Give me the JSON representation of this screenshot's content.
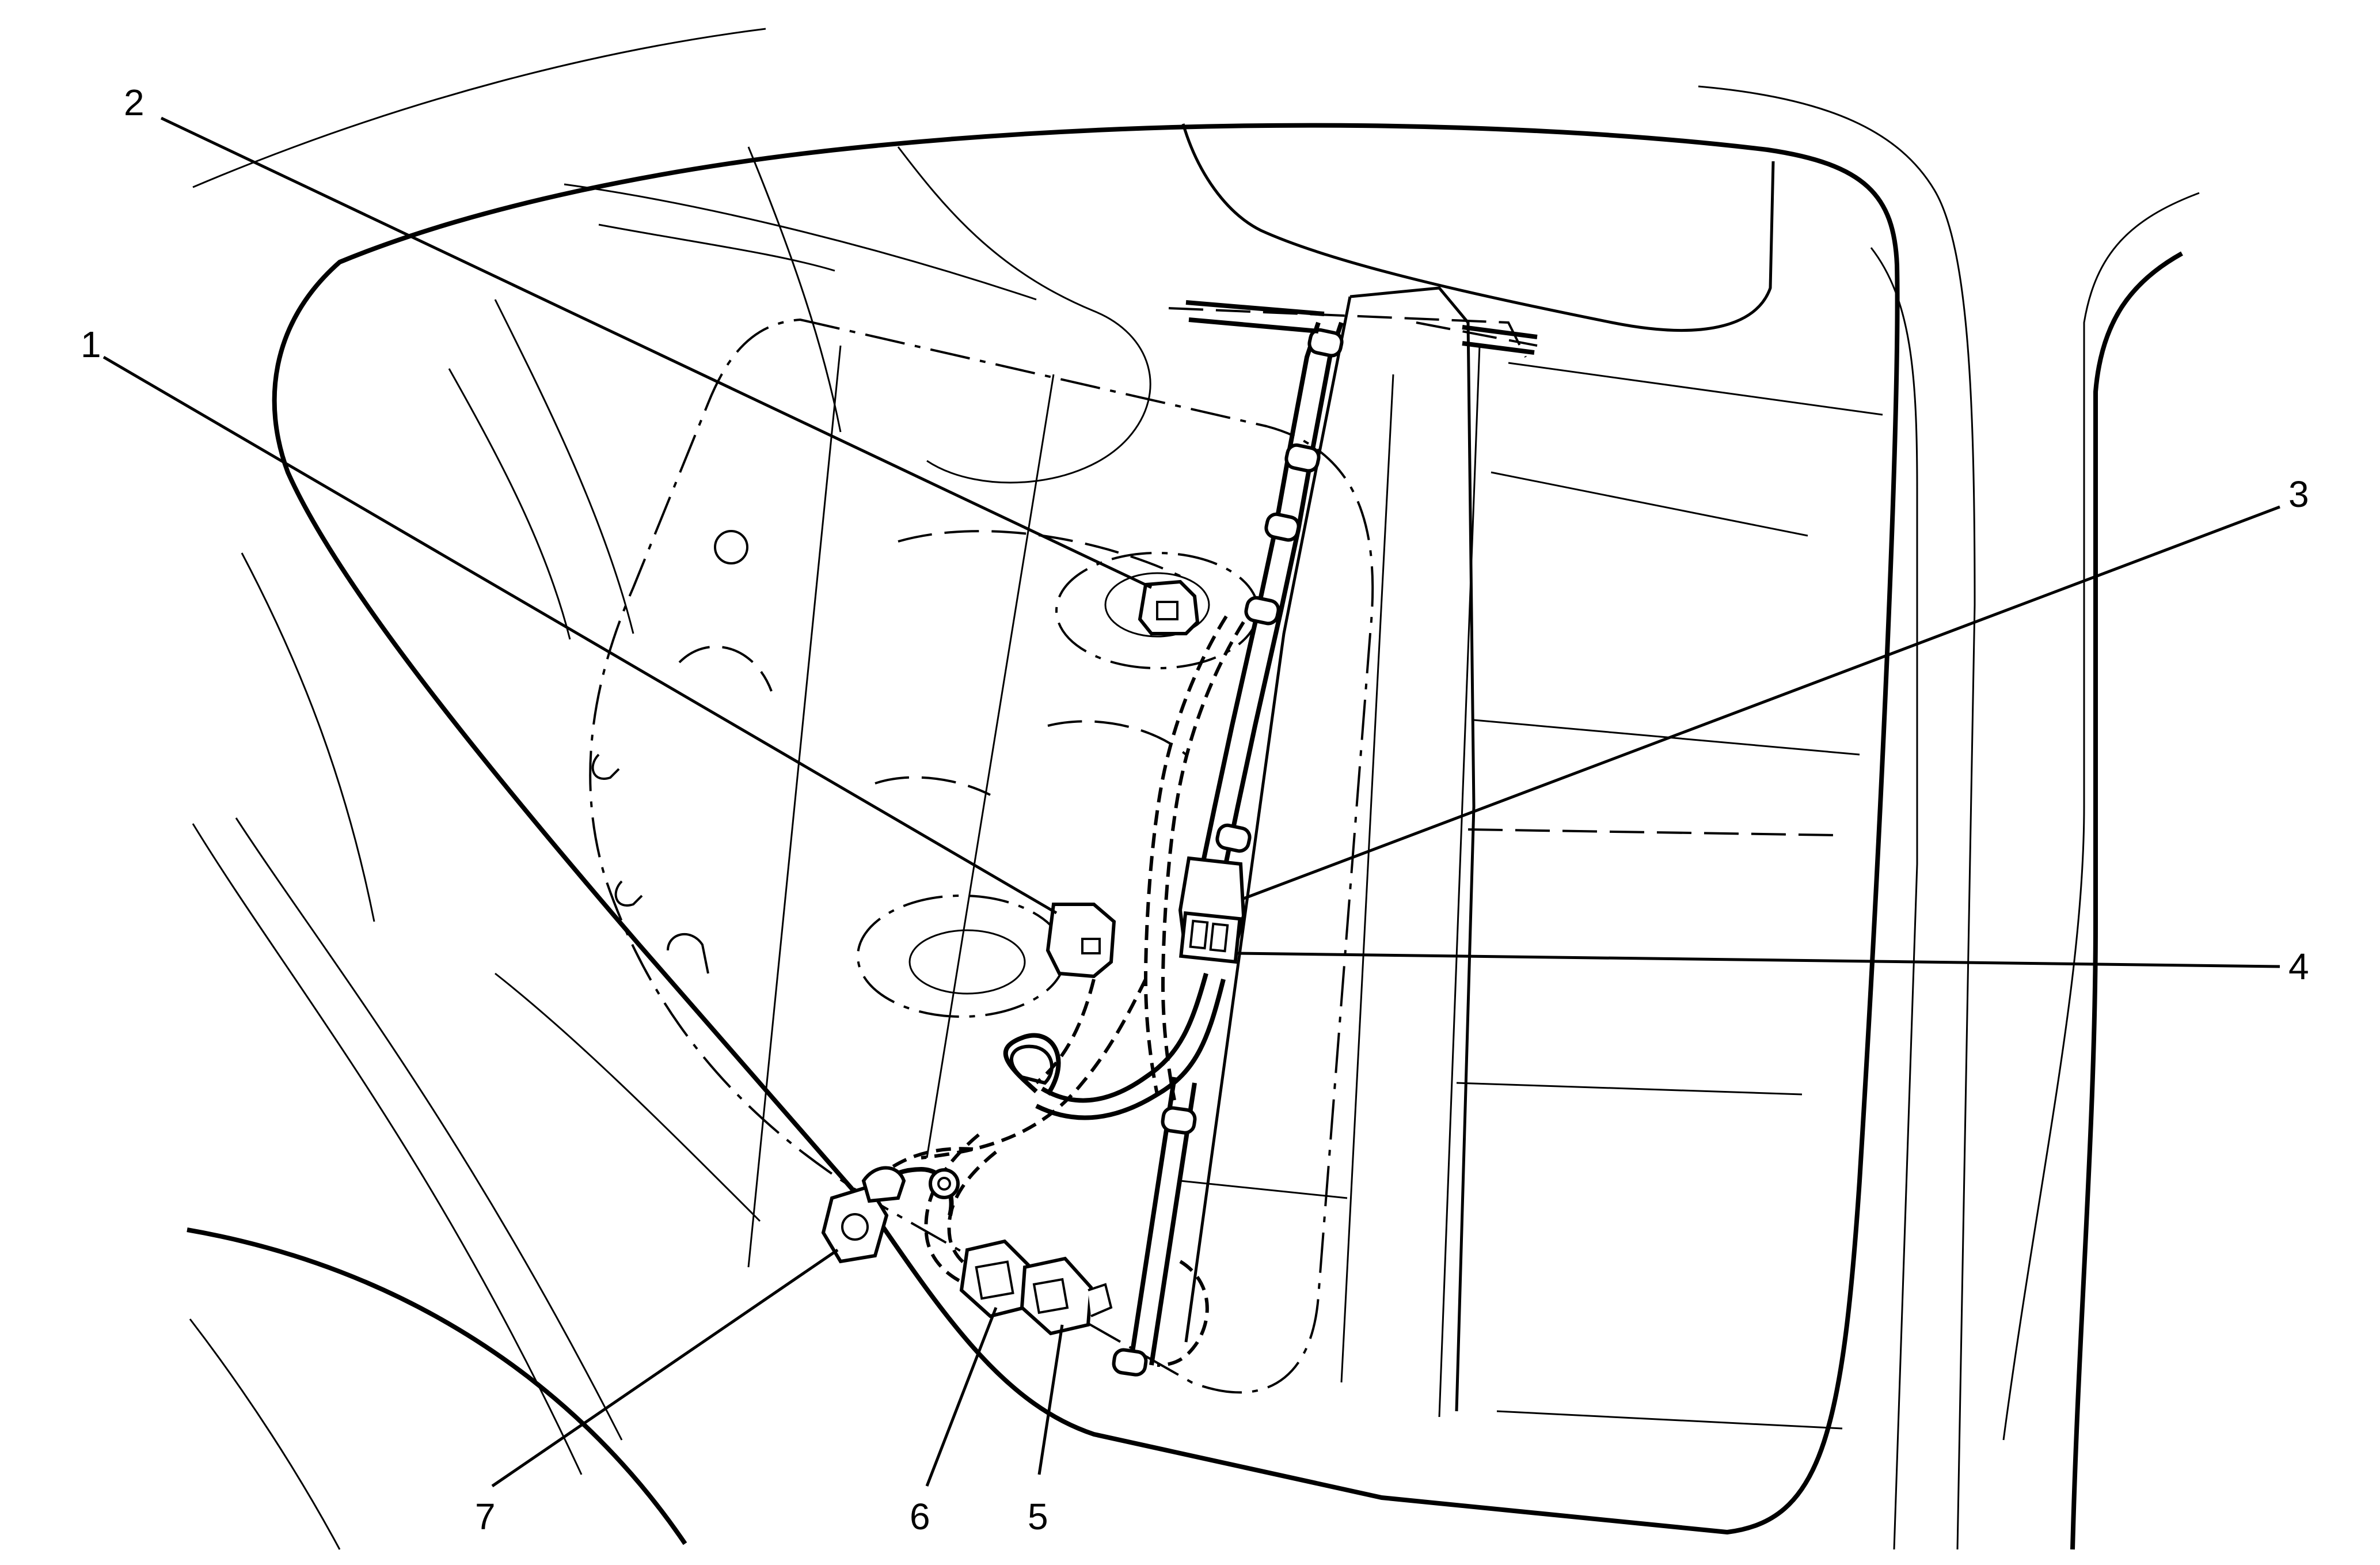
{
  "colors": {
    "line": "#000000",
    "background": "#ffffff"
  },
  "callouts": [
    {
      "number": "1"
    },
    {
      "number": "2"
    },
    {
      "number": "3"
    },
    {
      "number": "4"
    },
    {
      "number": "5"
    },
    {
      "number": "6"
    },
    {
      "number": "7"
    }
  ]
}
